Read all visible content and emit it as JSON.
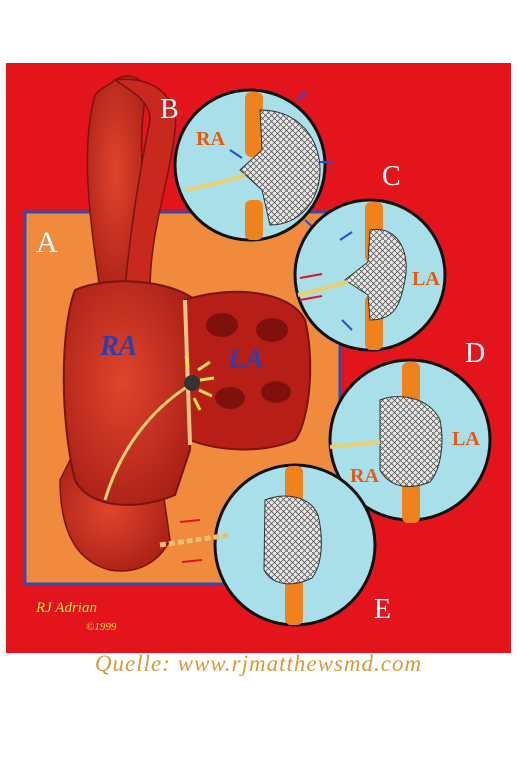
{
  "panels": {
    "a": {
      "letter": "A",
      "ra": "RA",
      "la": "LA"
    },
    "b": {
      "letter": "B",
      "ra": "RA"
    },
    "c": {
      "letter": "C",
      "la": "LA"
    },
    "d": {
      "letter": "D",
      "ra": "RA",
      "la": "LA"
    },
    "e": {
      "letter": "E"
    }
  },
  "signature": {
    "name": "RJ Adrian",
    "year": "©1999"
  },
  "caption": "Quelle: www.rjmatthewsmd.com",
  "colors": {
    "background_red": "#e3141c",
    "inset_orange": "#f08a3c",
    "inset_border": "#3a4aa8",
    "heart_red": "#c8281e",
    "circle_fill": "#a8dfe8",
    "septum_orange": "#f0821e",
    "arrow_blue": "#2b4fc7",
    "caption_text": "#d99a3c"
  }
}
